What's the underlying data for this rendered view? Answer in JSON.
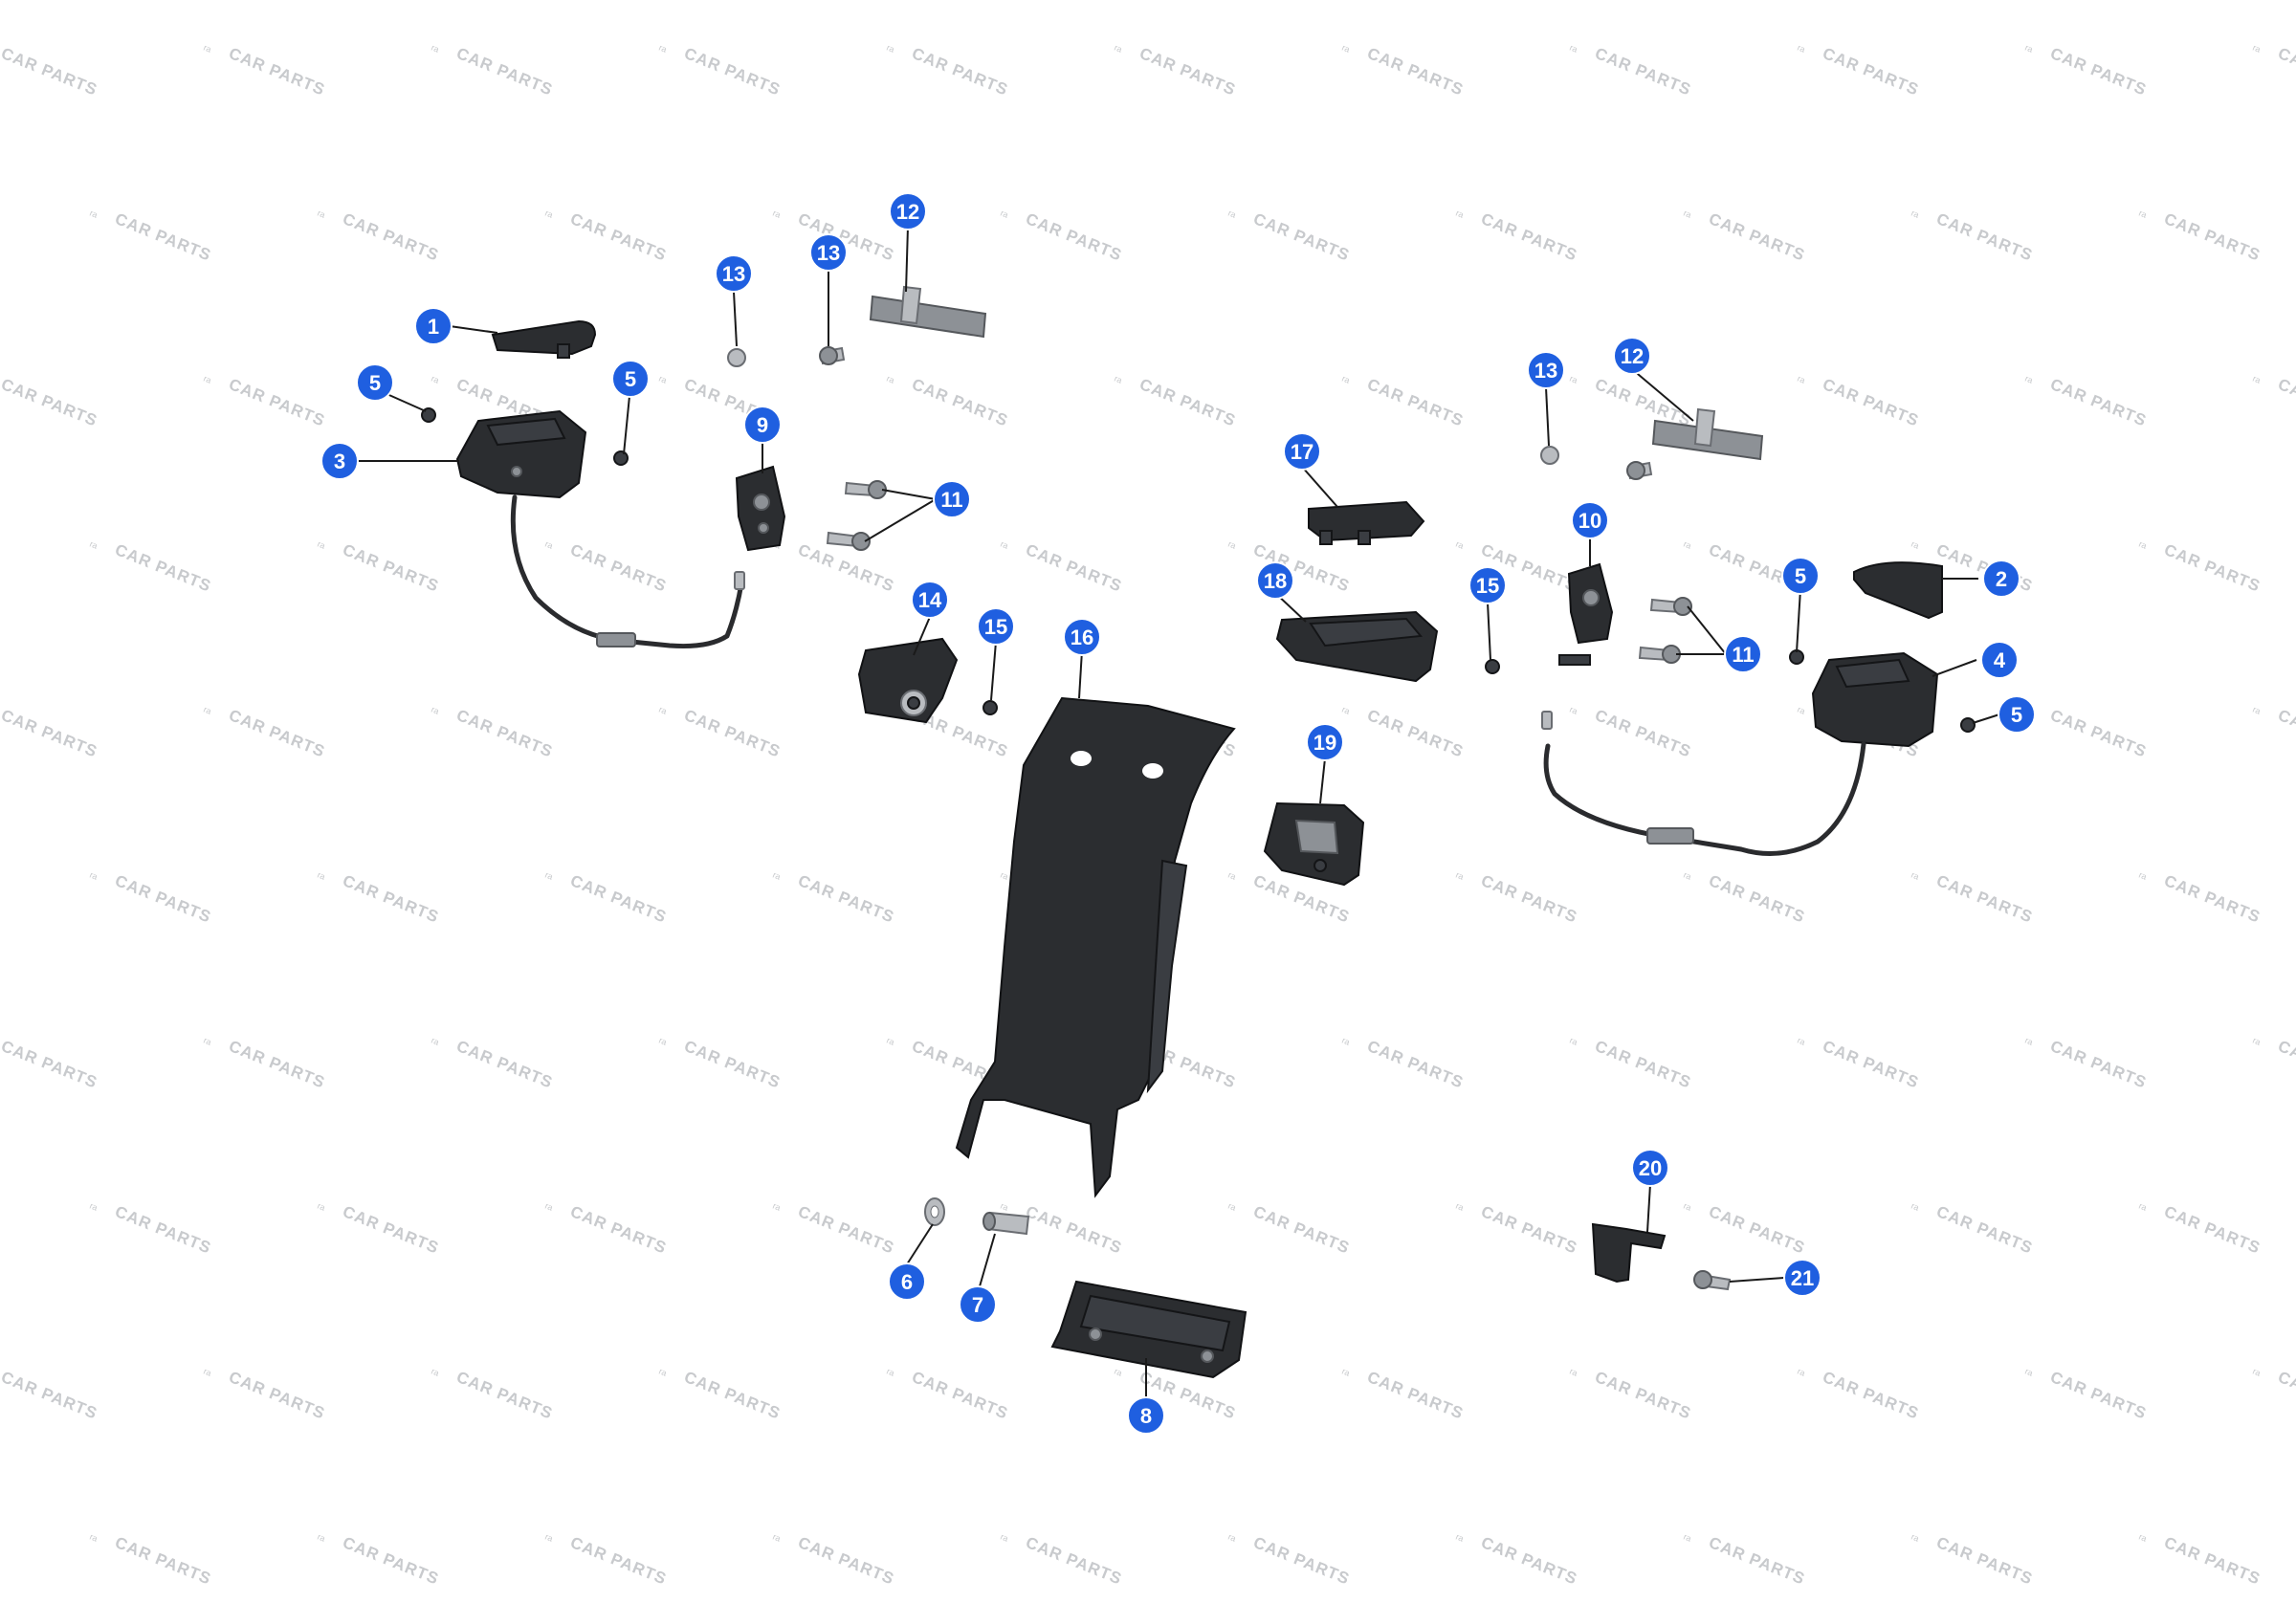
{
  "watermark": {
    "text": "CAR PARTS",
    "badge": "ra",
    "color": "#c8cacd"
  },
  "callout_color": "#1f5fe0",
  "callouts": [
    {
      "label": "1"
    },
    {
      "label": "2"
    },
    {
      "label": "3"
    },
    {
      "label": "4"
    },
    {
      "label": "5"
    },
    {
      "label": "5"
    },
    {
      "label": "5"
    },
    {
      "label": "5"
    },
    {
      "label": "6"
    },
    {
      "label": "7"
    },
    {
      "label": "8"
    },
    {
      "label": "9"
    },
    {
      "label": "10"
    },
    {
      "label": "11"
    },
    {
      "label": "11"
    },
    {
      "label": "12"
    },
    {
      "label": "12"
    },
    {
      "label": "13"
    },
    {
      "label": "13"
    },
    {
      "label": "13"
    },
    {
      "label": "14"
    },
    {
      "label": "15"
    },
    {
      "label": "15"
    },
    {
      "label": "16"
    },
    {
      "label": "17"
    },
    {
      "label": "18"
    },
    {
      "label": "19"
    },
    {
      "label": "20"
    },
    {
      "label": "21"
    }
  ]
}
